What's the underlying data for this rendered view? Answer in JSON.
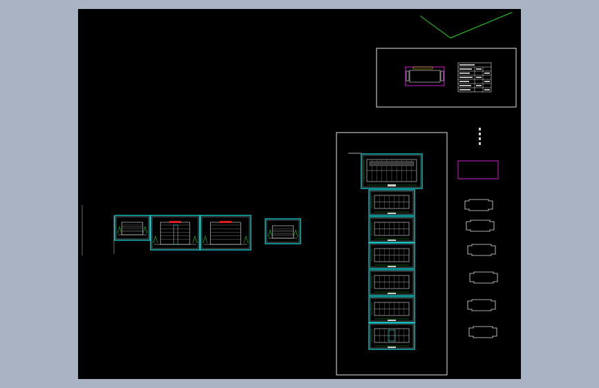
{
  "app": {
    "canvas_background": "#000000",
    "workspace_background": "#a9b3c4"
  },
  "colors": {
    "frame_cyan": "#19e6e6",
    "frame_white": "#e6e6e6",
    "frame_magenta": "#d21ed2",
    "frame_green": "#1ed21e",
    "line_gray": "#8a8a8a",
    "accent_red": "#e11e1e"
  },
  "drawing": {
    "sheet_panels_left": [
      {
        "id": "elevation-1"
      },
      {
        "id": "elevation-2"
      },
      {
        "id": "elevation-3"
      },
      {
        "id": "elevation-4"
      },
      {
        "id": "elevation-5"
      }
    ],
    "floor_plans": [
      {
        "id": "site-plan"
      },
      {
        "id": "floor-1"
      },
      {
        "id": "floor-2"
      },
      {
        "id": "floor-3"
      },
      {
        "id": "floor-4"
      },
      {
        "id": "floor-5"
      },
      {
        "id": "floor-6"
      }
    ],
    "side_outlines": [
      {
        "id": "outline-1"
      },
      {
        "id": "outline-2"
      },
      {
        "id": "outline-3"
      },
      {
        "id": "outline-4"
      },
      {
        "id": "outline-5"
      },
      {
        "id": "outline-6"
      }
    ]
  }
}
